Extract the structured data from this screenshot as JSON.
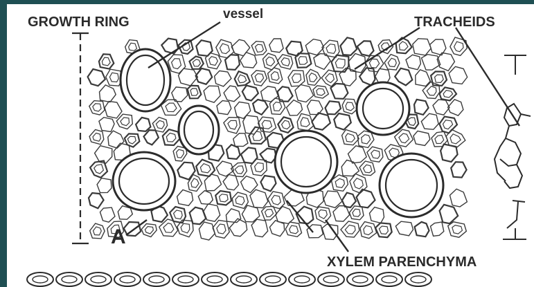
{
  "colors": {
    "frame": "#1f4f53",
    "paper": "#ffffff",
    "ink": "#2b2b2b",
    "cell_stroke": "#3a3a3a"
  },
  "labels": {
    "growth_ring": "GROWTH RING",
    "vessel": "vessel",
    "tracheids": "TRACHEIDS",
    "xylem_parenchyma": "XYLEM PARENCHYMA",
    "panel": "A"
  }
}
